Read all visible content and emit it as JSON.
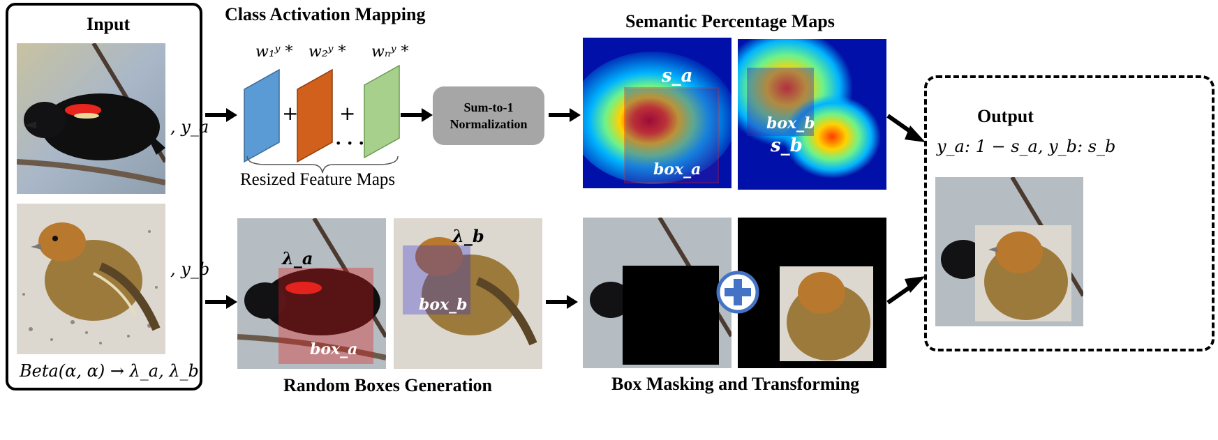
{
  "input": {
    "title": "Input",
    "label_a": ", y_a",
    "label_b": ", y_b",
    "beta_formula": "Beta(α, α) → λ_a, λ_b"
  },
  "cam": {
    "title": "Class Activation Mapping",
    "weights": [
      "w₁ʸ *",
      "w₂ʸ *",
      "wₙʸ *"
    ],
    "plus": [
      "+",
      "+"
    ],
    "dots": "• • •",
    "brace_label": "Resized Feature Maps",
    "map_colors": [
      "#5b9bd5",
      "#d0601b",
      "#a8d08d"
    ]
  },
  "normalize": {
    "line1": "Sum-to-1",
    "line2": "Normalization"
  },
  "semantic": {
    "title": "Semantic Percentage Maps",
    "s_a": "s_a",
    "s_b": "s_b",
    "box_a": "box_a",
    "box_b": "box_b"
  },
  "random_boxes": {
    "title": "Random Boxes Generation",
    "lambda_a": "λ_a",
    "lambda_b": "λ_b",
    "box_a": "box_a",
    "box_b": "box_b"
  },
  "masking": {
    "title": "Box Masking and Transforming"
  },
  "output": {
    "title": "Output",
    "formula": "y_a: 1 − s_a, y_b: s_b"
  },
  "colors": {
    "box_red": "#e02020",
    "box_blue": "#2a2ad8",
    "plus_circle": "#4472c4",
    "norm_box": "#a6a6a6"
  }
}
